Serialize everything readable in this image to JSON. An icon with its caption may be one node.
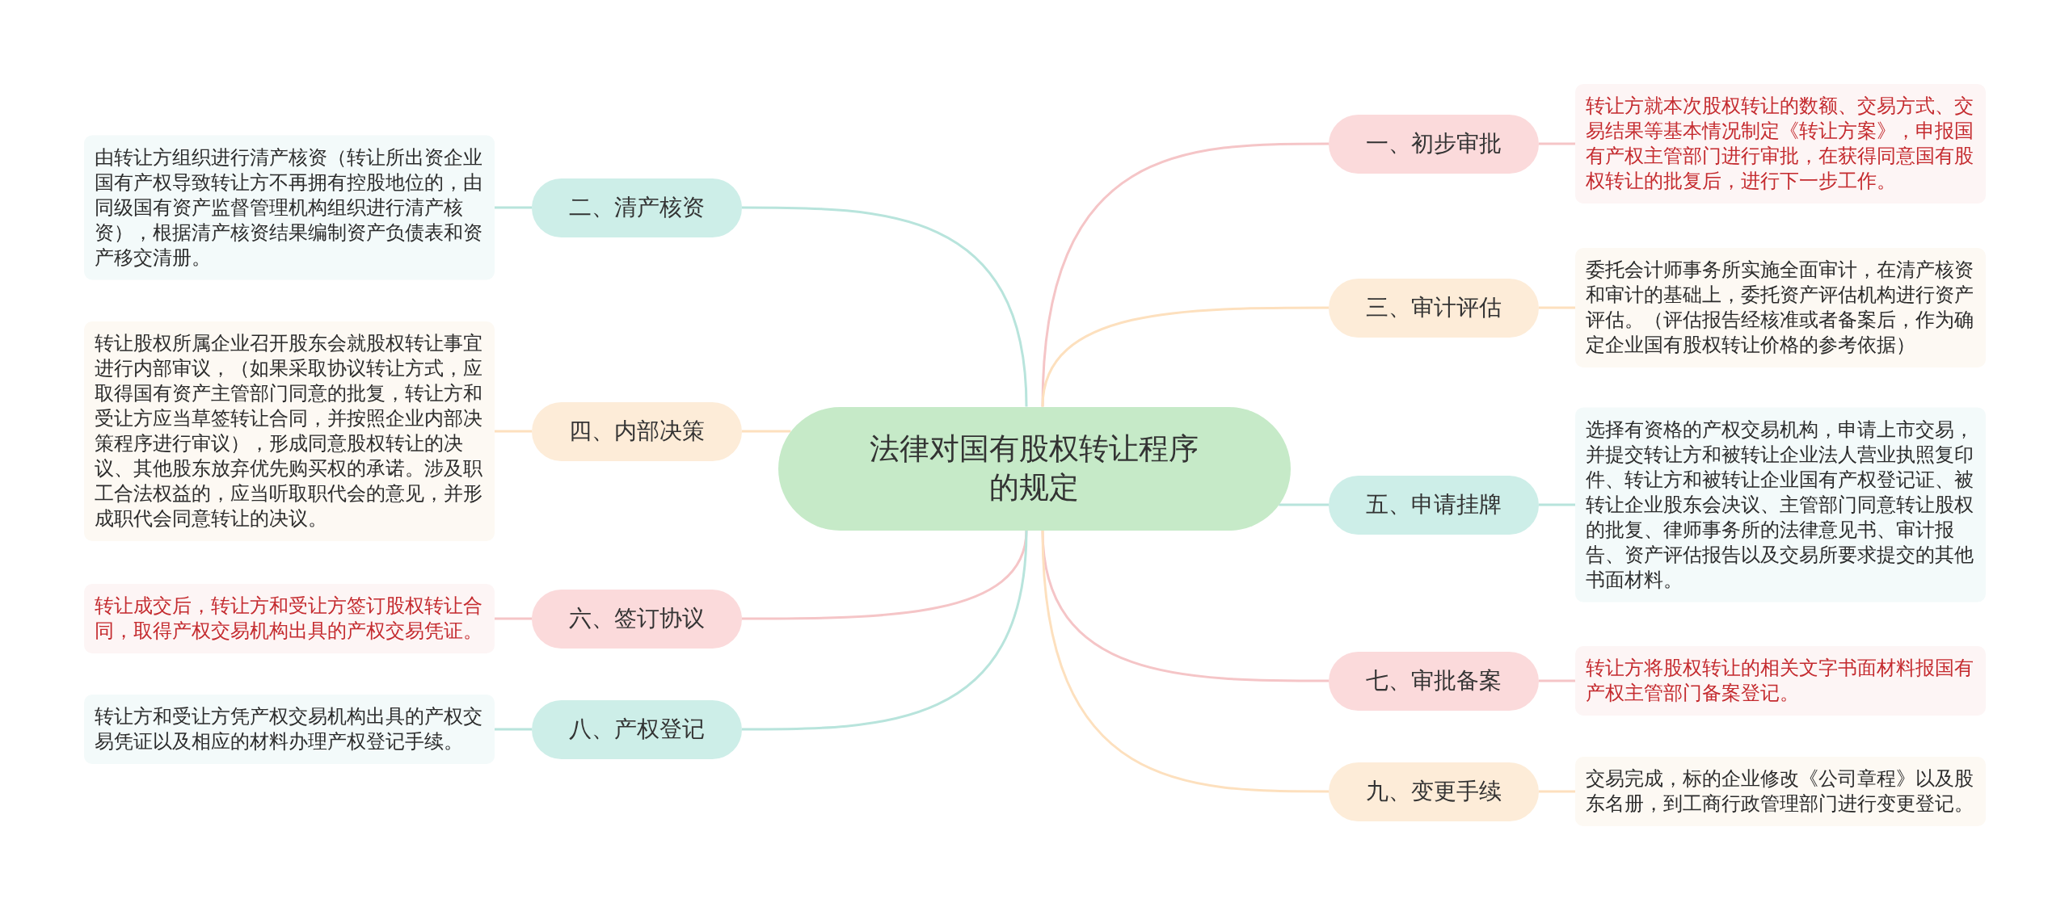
{
  "diagram": {
    "nodes": [
      {
        "text": [
          "法律对国有股权转让程序的规定"
        ]
      },
      {
        "text": [
          "一、初步审批"
        ]
      },
      {
        "text": [
          "二、清产核资"
        ]
      },
      {
        "text": [
          "三、审计评估"
        ]
      },
      {
        "text": [
          "四、内部决策"
        ]
      },
      {
        "text": [
          "五、申请挂牌"
        ]
      },
      {
        "text": [
          "六、签订协议"
        ]
      },
      {
        "text": [
          "七、审批备案"
        ]
      },
      {
        "text": [
          "八、产权登记"
        ]
      },
      {
        "text": [
          "九、变更手续"
        ]
      },
      {
        "text": [
          "转让方就本次股权转让的数额、交易方式、交易结果等基本情况制定《转让方案》，申报国有产权主管部门进行审批，在获得同意国有股权转让的批复后，进行下一步工作。"
        ]
      },
      {
        "text": [
          "由转让方组织进行清产核资（转让所出资企业国有产权导致转让方不再拥有控股地位的，由同级国有资产监督管理机构组织进行清产核资），根据清产核资结果编制资产负债表和资产移交清册。"
        ]
      },
      {
        "text": [
          "委托会计师事务所实施全面审计，在清产核资和审计的基础上，委托资产评估机构进行资产评估。（评估报告经核准或者备案后，作为确定企业国有股权转让价格的参考依据）"
        ]
      },
      {
        "text": [
          "转让股权所属企业召开股东会就股权转让事宜进行内部审议，（如果采取协议转让方式，应取得国有资产主管部门同意的批复，转让方和受让方应当草签转让合同，并按照企业内部决策程序进行审议），形成同意股权转让的决议、其他股东放弃优先购买权的承诺。涉及职工合法权益的，应当听取职代会的意见，并形成职代会同意转让的决议。"
        ]
      },
      {
        "text": [
          "选择有资格的产权交易机构，申请上市交易，并提交转让方和被转让企业法人营业执照复印件、转让方和被转让企业国有产权登记证、被转让企业股东会决议、主管部门同意转让股权的批复、律师事务所的法律意见书、审计报告、资产评估报告以及交易所要求提交的其他书面材料。"
        ]
      },
      {
        "text": [
          "转让成交后，转让方和受让方签订股权转让合同，取得产权交易机构出具的产权交易凭证。"
        ]
      },
      {
        "text": [
          "转让方将股权转让的相关文字书面材料报国有产权主管部门备案登记。"
        ]
      },
      {
        "text": [
          "转让方和受让方凭产权交易机构出具的产权交易凭证以及相应的材料办理产权登记手续。"
        ]
      },
      {
        "text": [
          "交易完成，标的企业修改《公司章程》以及股东名册，到工商行政管理部门进行变更登记。"
        ]
      }
    ],
    "edges": [
      {
        "from": 0,
        "to": 1,
        "arrow": "none",
        "color": "#f5c5c7"
      },
      {
        "from": 0,
        "to": 2,
        "arrow": "none",
        "color": "#b8e4dc"
      },
      {
        "from": 0,
        "to": 3,
        "arrow": "none",
        "color": "#fde0be"
      },
      {
        "from": 0,
        "to": 4,
        "arrow": "none",
        "color": "#fde0be"
      },
      {
        "from": 0,
        "to": 5,
        "arrow": "none",
        "color": "#b8e4dc"
      },
      {
        "from": 0,
        "to": 6,
        "arrow": "none",
        "color": "#f5c5c7"
      },
      {
        "from": 0,
        "to": 7,
        "arrow": "none",
        "color": "#f5c5c7"
      },
      {
        "from": 0,
        "to": 8,
        "arrow": "none",
        "color": "#b8e4dc"
      },
      {
        "from": 0,
        "to": 9,
        "arrow": "none",
        "color": "#fde0be"
      },
      {
        "from": 1,
        "to": 10,
        "arrow": "none",
        "color": "#f5c5c7"
      },
      {
        "from": 2,
        "to": 11,
        "arrow": "none",
        "color": "#b8e4dc"
      },
      {
        "from": 3,
        "to": 12,
        "arrow": "none",
        "color": "#fde0be"
      },
      {
        "from": 4,
        "to": 13,
        "arrow": "none",
        "color": "#fde0be"
      },
      {
        "from": 5,
        "to": 14,
        "arrow": "none",
        "color": "#b8e4dc"
      },
      {
        "from": 6,
        "to": 15,
        "arrow": "none",
        "color": "#f5c5c7"
      },
      {
        "from": 7,
        "to": 16,
        "arrow": "none",
        "color": "#f5c5c7"
      },
      {
        "from": 8,
        "to": 17,
        "arrow": "none",
        "color": "#b8e4dc"
      },
      {
        "from": 9,
        "to": 18,
        "arrow": "none",
        "color": "#fde0be"
      }
    ]
  }
}
